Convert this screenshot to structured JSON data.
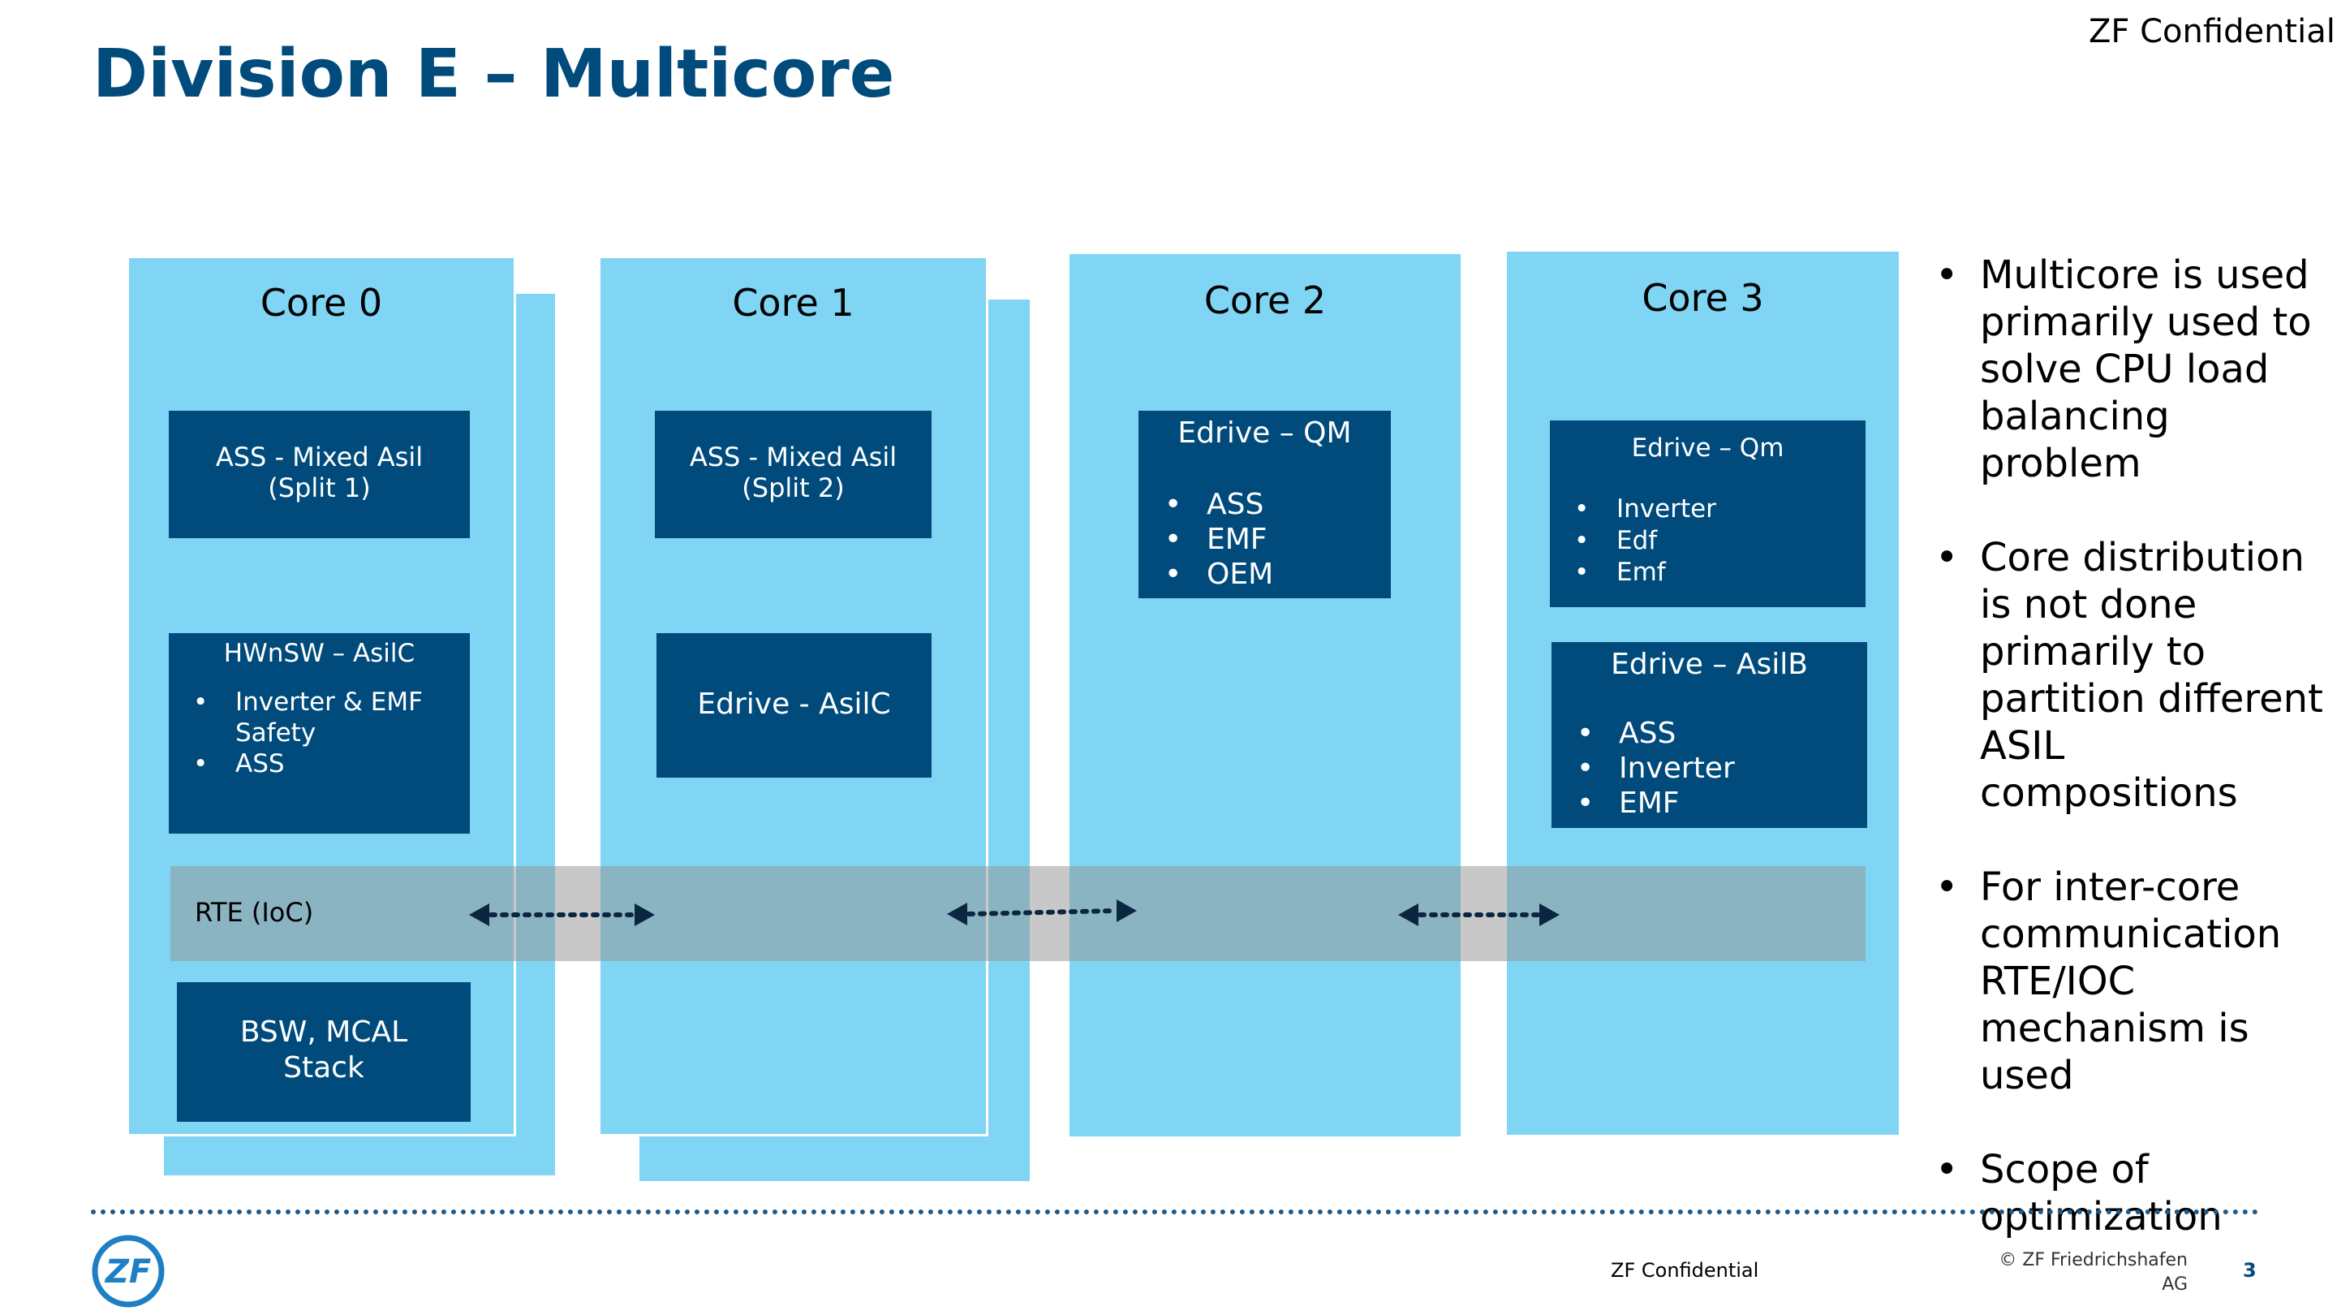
{
  "slide": {
    "title": "Division E – Multicore",
    "confidential_top": "ZF Confidential"
  },
  "cores": [
    {
      "title": "Core 0"
    },
    {
      "title": "Core 1"
    },
    {
      "title": "Core 2"
    },
    {
      "title": "Core 3"
    }
  ],
  "blocks": {
    "ass_split1": {
      "line1": "ASS - Mixed Asil",
      "line2": "(Split 1)"
    },
    "hwnsw": {
      "title": "HWnSW – AsilC",
      "items": [
        "Inverter & EMF Safety",
        "ASS"
      ]
    },
    "bsw": {
      "line1": "BSW, MCAL",
      "line2": "Stack"
    },
    "ass_split2": {
      "line1": "ASS - Mixed Asil",
      "line2": "(Split 2)"
    },
    "edrive_asilc": {
      "label": "Edrive - AsilC"
    },
    "edrive_qm": {
      "title": "Edrive – QM",
      "items": [
        "ASS",
        "EMF",
        "OEM"
      ]
    },
    "edrive_qm3": {
      "title": "Edrive – Qm",
      "items": [
        "Inverter",
        "Edf",
        "Emf"
      ]
    },
    "edrive_asilb": {
      "title": "Edrive – AsilB",
      "items": [
        "ASS",
        "Inverter",
        "EMF"
      ]
    }
  },
  "rte": {
    "label": "RTE (IoC)"
  },
  "bullets": [
    "Multicore is used primarily used to solve CPU load balancing problem",
    "Core distribution is not done primarily to partition different ASIL compositions",
    "For inter-core communication RTE/IOC mechanism is used",
    "Scope of optimization"
  ],
  "footer": {
    "confidential": "ZF Confidential",
    "copyright": "© ZF Friedrichshafen AG",
    "page": "3"
  },
  "logo": {
    "text": "ZF"
  },
  "colors": {
    "navy": "#004b7c",
    "core_blue": "#7fd5f3",
    "rte_gray": "#969696",
    "logo_blue": "#1d7fc4"
  }
}
